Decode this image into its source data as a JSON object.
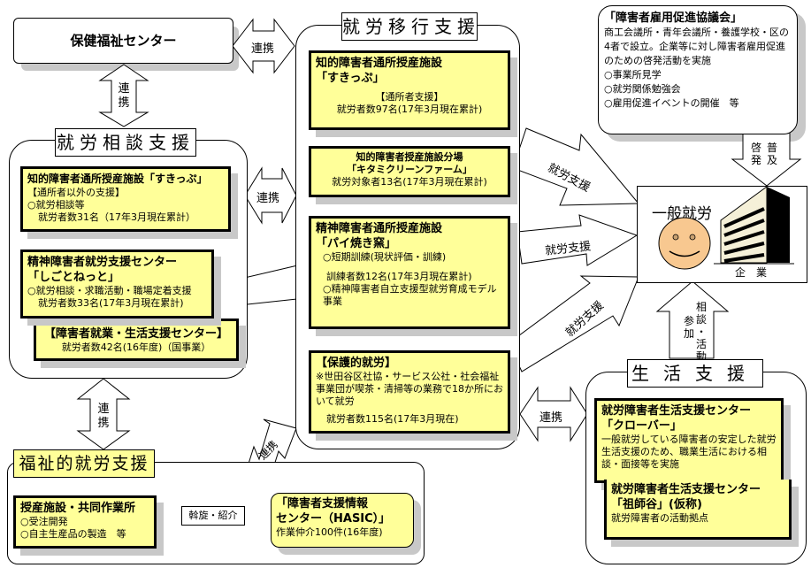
{
  "health_center": {
    "label": "保健福祉センター"
  },
  "links": {
    "renkei": "連携",
    "renkei_v": [
      "連",
      "携"
    ],
    "fukyu_keihatsu": {
      "col1": [
        "啓",
        "発"
      ],
      "col2": [
        "普",
        "及"
      ]
    },
    "soudan_katsudou": [
      "相",
      "談",
      "・",
      "活",
      "動"
    ],
    "sanka": [
      "参",
      "加"
    ],
    "shuro_shien": "就労支援",
    "assen": "斡旋・紹介"
  },
  "consult_panel": {
    "title": "就労相談支援",
    "boxes": [
      {
        "title": "知的障害者通所授産施設「すきっぷ」",
        "lines": [
          "【通所者以外の支援】",
          "○就労相談等",
          "就労者数31名（17年3月現在累計）"
        ]
      },
      {
        "title": "精神障害者就労支援センター",
        "subtitle": "「しごとねっと」",
        "lines": [
          "○就労相談・求職活動・職場定着支援",
          "就労者数33名(17年3月現在累計)"
        ]
      },
      {
        "title": "【障害者就業・生活支援センター】",
        "lines": [
          "就労者数42名(16年度)（国事業）"
        ]
      }
    ]
  },
  "transition_panel": {
    "title": "就労移行支援",
    "boxes": [
      {
        "title": "知的障害者通所授産施設",
        "subtitle": "「すきっぷ」",
        "lines": [
          "【通所者支援】",
          "就労者数97名(17年3月現在累計)"
        ]
      },
      {
        "title": "知的障害者授産施設分場",
        "subtitle": "「キタミクリーンファーム」",
        "lines": [
          "就労対象者13名(17年3月現在累計)"
        ]
      },
      {
        "title": "精神障害者通所授産施設",
        "subtitle": "「パイ焼き窯」",
        "lines": [
          "○短期訓練(現状評価・訓練)",
          "訓練者数12名(17年3月現在累計)",
          "○精神障害者自立支援型就労育成モデル事業"
        ]
      },
      {
        "title": "【保護的就労】",
        "lines": [
          "※世田谷区社協・サービス公社・社会福祉事業団が喫茶・清掃等の業務で18か所において就労",
          "就労者数115名(17年3月現在)"
        ]
      }
    ]
  },
  "council": {
    "title": "「障害者雇用促進協議会」",
    "desc": "商工会議所・青年会議所・養護学校・区の4者で設立。企業等に対し障害者雇用促進のための啓発活動を実施",
    "items": [
      "○事業所見学",
      "○就労関係勉強会",
      "○雇用促進イベントの開催　等"
    ]
  },
  "employment": {
    "title": "一般就労",
    "company": "企　業",
    "face_color": "#f8c890"
  },
  "life_panel": {
    "title": "生活支援",
    "boxes": [
      {
        "title": "就労障害者生活支援センター",
        "subtitle": "「クローバー」",
        "lines": [
          "一般就労している障害者の安定した就労生活支援のため、職業生活における相談・面接等を実施"
        ]
      },
      {
        "title": "就労障害者生活支援センター",
        "subtitle": "「祖師谷」(仮称)",
        "lines": [
          "就労障害者の活動拠点"
        ]
      }
    ]
  },
  "welfare_panel": {
    "title": "福祉的就労支援",
    "boxes": [
      {
        "title": "授産施設・共同作業所",
        "lines": [
          "○受注開発",
          "○自主生産品の製造　等"
        ]
      },
      {
        "title": "「障害者支援情報",
        "subtitle": "センター（HASIC）」",
        "lines": [
          "作業仲介100件(16年度)"
        ]
      }
    ]
  },
  "colors": {
    "box_fill": "#ffff99",
    "shadow": "#c8c8c8"
  }
}
